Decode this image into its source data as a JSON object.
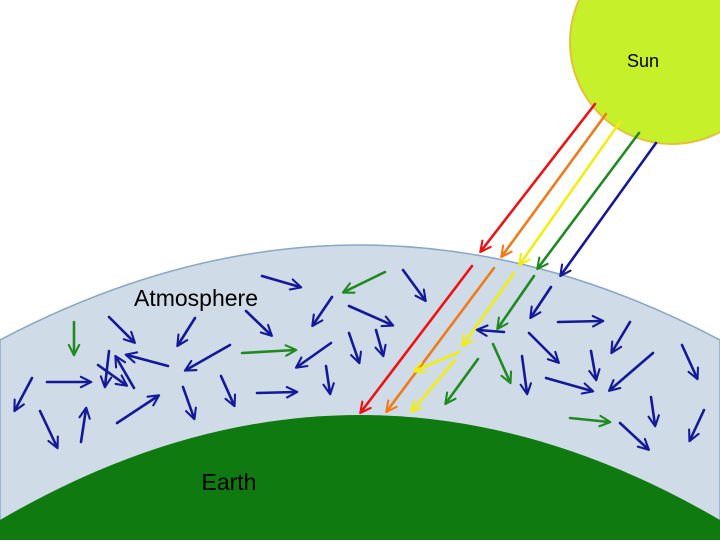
{
  "labels": {
    "sun": "Sun",
    "atmosphere": "Atmosphere",
    "earth": "Earth"
  },
  "colors": {
    "sky": "#ffffff",
    "sun_fill": "#c6f02a",
    "sun_stroke": "#e3c23a",
    "atmosphere_fill": "#cfdbe6",
    "atmosphere_stroke": "#8aa6c6",
    "earth_fill": "#0e7a10",
    "red": "#ee1111",
    "orange": "#f07a1a",
    "yellow": "#f2ee12",
    "green": "#1f8a1f",
    "blue": "#14189a"
  }
}
